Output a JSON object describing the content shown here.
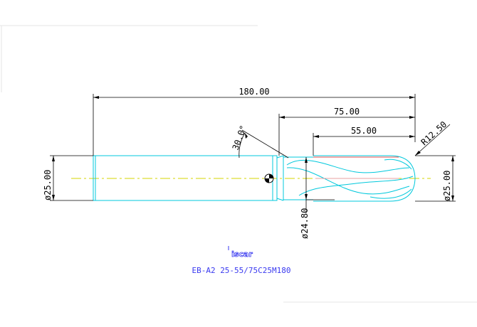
{
  "drawing": {
    "dimensions": {
      "overall_length": "180.00",
      "flute_reach": "75.00",
      "cutting_length": "55.00",
      "ball_radius": "R12.50",
      "shank_diameter": "ø25.00",
      "tip_diameter": "ø25.00",
      "neck_diameter": "ø24.80",
      "taper_angle": "30.0°"
    },
    "model_code": "EB-A2 25-55/75C25M180",
    "logo_text": "iscar"
  },
  "colors": {
    "outline": "#00c8dc",
    "dimension_line": "#000000",
    "centerline": "#d4d400",
    "cutting_edge": "#e05050",
    "model_text": "#3a3af0",
    "logo": "#3a3af0"
  }
}
